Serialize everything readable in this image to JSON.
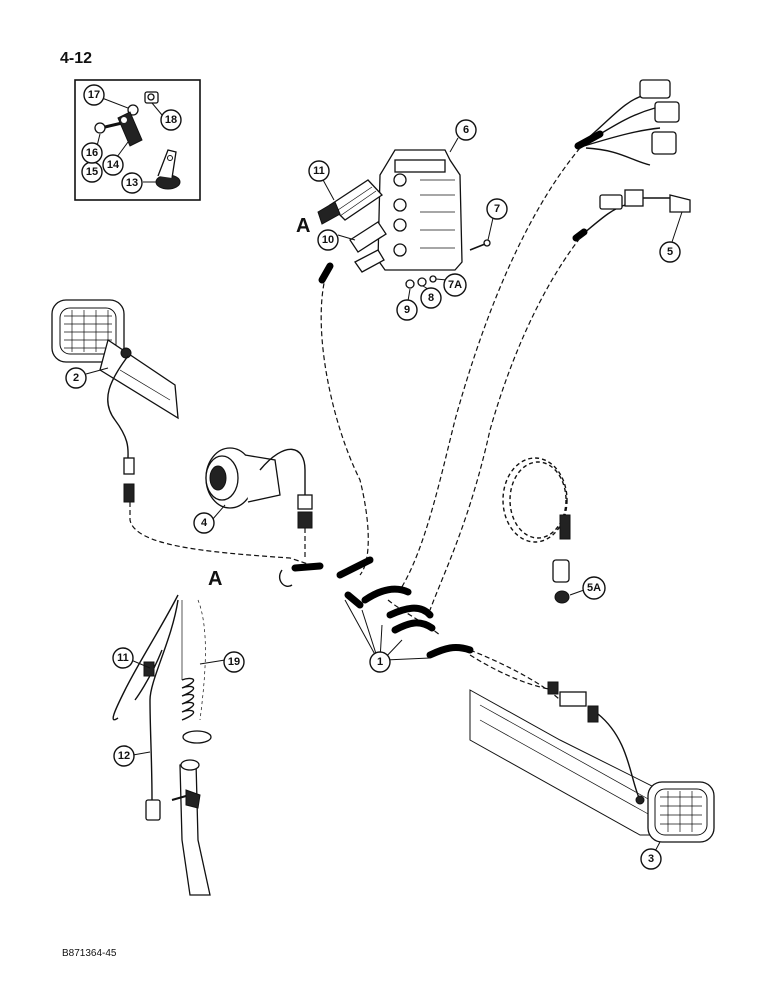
{
  "page_number": "4-12",
  "document_code": "B871364-45",
  "reference_letters": [
    "A",
    "A"
  ],
  "callouts": [
    "1",
    "2",
    "3",
    "4",
    "5",
    "5A",
    "6",
    "7",
    "7A",
    "8",
    "9",
    "10",
    "11",
    "11",
    "12",
    "13",
    "14",
    "15",
    "16",
    "17",
    "18",
    "19"
  ]
}
